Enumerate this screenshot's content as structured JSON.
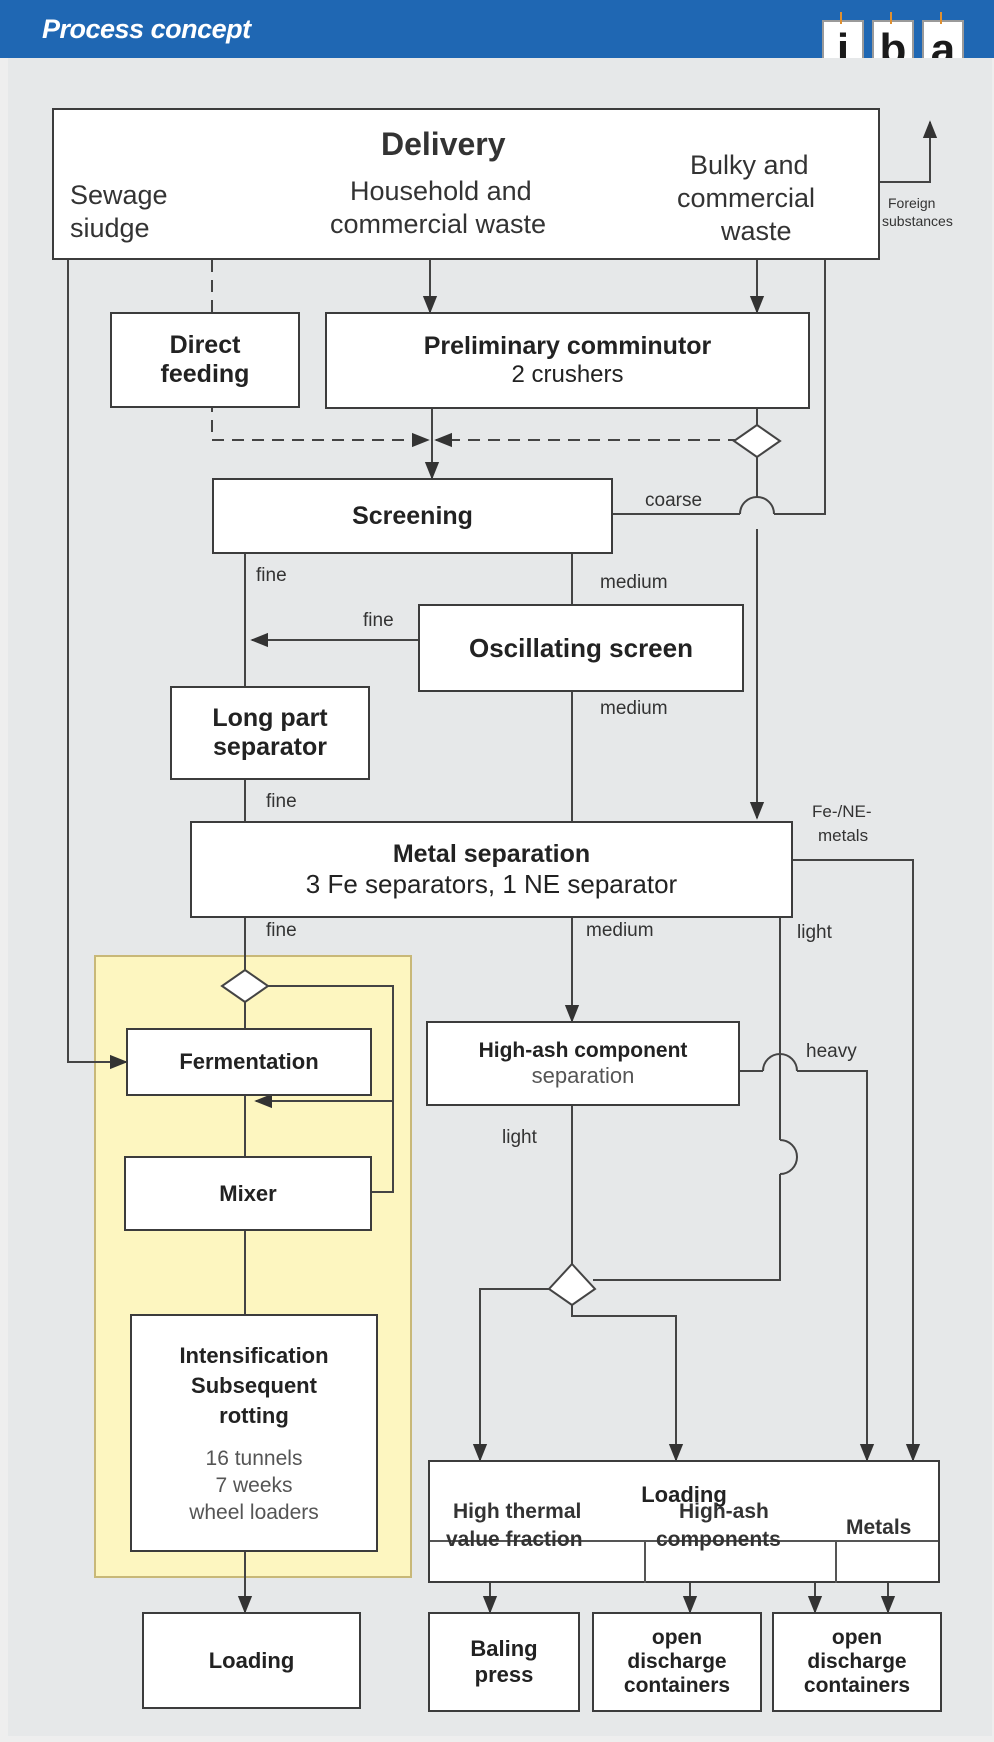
{
  "header": {
    "title": "Process concept",
    "logo_letters": [
      "i",
      "b",
      "a"
    ],
    "bar_color": "#1f67b3"
  },
  "panel_color": "#e6e8e9",
  "rotting_area_color": "#fdf6c0",
  "delivery": {
    "title": "Delivery",
    "sewage": [
      "Sewage",
      "siudge"
    ],
    "household": [
      "Household and",
      "commercial waste"
    ],
    "bulky": [
      "Bulky and",
      "commercial",
      "waste"
    ]
  },
  "foreign_substances": [
    "Foreign",
    "substances"
  ],
  "direct_feeding": [
    "Direct",
    "feeding"
  ],
  "comminutor": {
    "title": "Preliminary comminutor",
    "sub": "2 crushers"
  },
  "screening": "Screening",
  "oscillating_screen": "Oscillating screen",
  "long_part_separator": [
    "Long part",
    "separator"
  ],
  "metal_separation": {
    "title": "Metal separation",
    "sub": "3 Fe separators, 1 NE separator"
  },
  "high_ash_separation": {
    "title": "High-ash component",
    "sub": "separation"
  },
  "fermentation": "Fermentation",
  "mixer": "Mixer",
  "intensification": {
    "title": [
      "Intensification",
      "Subsequent",
      "rotting"
    ],
    "details": [
      "16 tunnels",
      "7 weeks",
      "wheel loaders"
    ]
  },
  "loading_left": "Loading",
  "loading_right": {
    "title": "Loading",
    "columns": [
      [
        "High thermal",
        "value fraction"
      ],
      [
        "High-ash",
        "components"
      ],
      [
        "Metals"
      ]
    ]
  },
  "outputs": {
    "baling": [
      "Baling",
      "press"
    ],
    "open1": [
      "open",
      "discharge",
      "containers"
    ],
    "open2": [
      "open",
      "discharge",
      "containers"
    ]
  },
  "flow_labels": {
    "coarse": "coarse",
    "fine_screening": "fine",
    "medium_screening": "medium",
    "fine_oscillating": "fine",
    "medium_oscillating": "medium",
    "fine_long_part": "fine",
    "fe_ne_metals": [
      "Fe-/NE-",
      "metals"
    ],
    "fine_metal": "fine",
    "medium_metal": "medium",
    "light_metal": "light",
    "heavy": "heavy",
    "light_high_ash": "light"
  }
}
